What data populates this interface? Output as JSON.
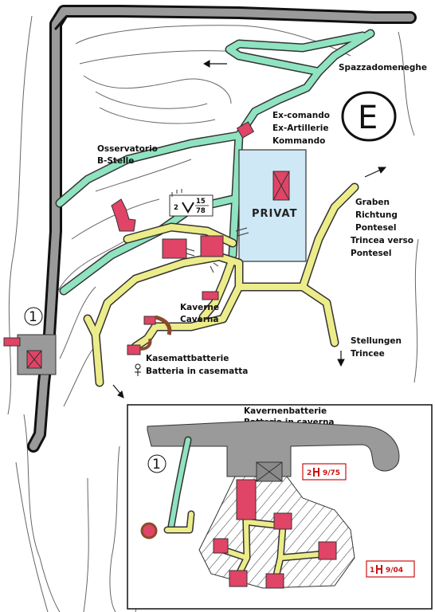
{
  "map": {
    "direction_letter": "E",
    "labels": {
      "spazzadomeneghe": "Spazzadomeneghe",
      "excomando": [
        "Ex-comando",
        "Ex-Artillerie",
        "Kommando"
      ],
      "osservatorio": [
        "Osservatorio",
        "B-Stelle"
      ],
      "privat": "PRIVAT",
      "graben": [
        "Graben",
        "Richtung",
        "Pontesel",
        "Trincea verso",
        "Pontesel"
      ],
      "kaverne": [
        "Kaverne",
        "Caverna"
      ],
      "kasematt": [
        "Kasemattbatterie",
        "Batteria in casematta"
      ],
      "stellungen": [
        "Stellungen",
        "Trincee"
      ],
      "kavernenbatterie": [
        "Kavernenbatterie",
        "Batteria in caverna"
      ],
      "marker_main": "1",
      "marker_inset": "1"
    },
    "gun_markers": {
      "main": {
        "count": "2",
        "caliber_top": "15",
        "caliber_bottom": "78"
      },
      "inset_top": {
        "count": "2",
        "caliber": "9/75"
      },
      "inset_bottom": {
        "count": "1",
        "caliber": "9/04"
      }
    },
    "colors": {
      "road": "#9a9a9a",
      "road_border": "#111111",
      "path_green": "#8fe3c0",
      "path_yellow": "#ecec8a",
      "building": "#e04466",
      "private_area": "#cfe8f6",
      "marker_red": "#cc1111",
      "contour": "#555555"
    }
  }
}
